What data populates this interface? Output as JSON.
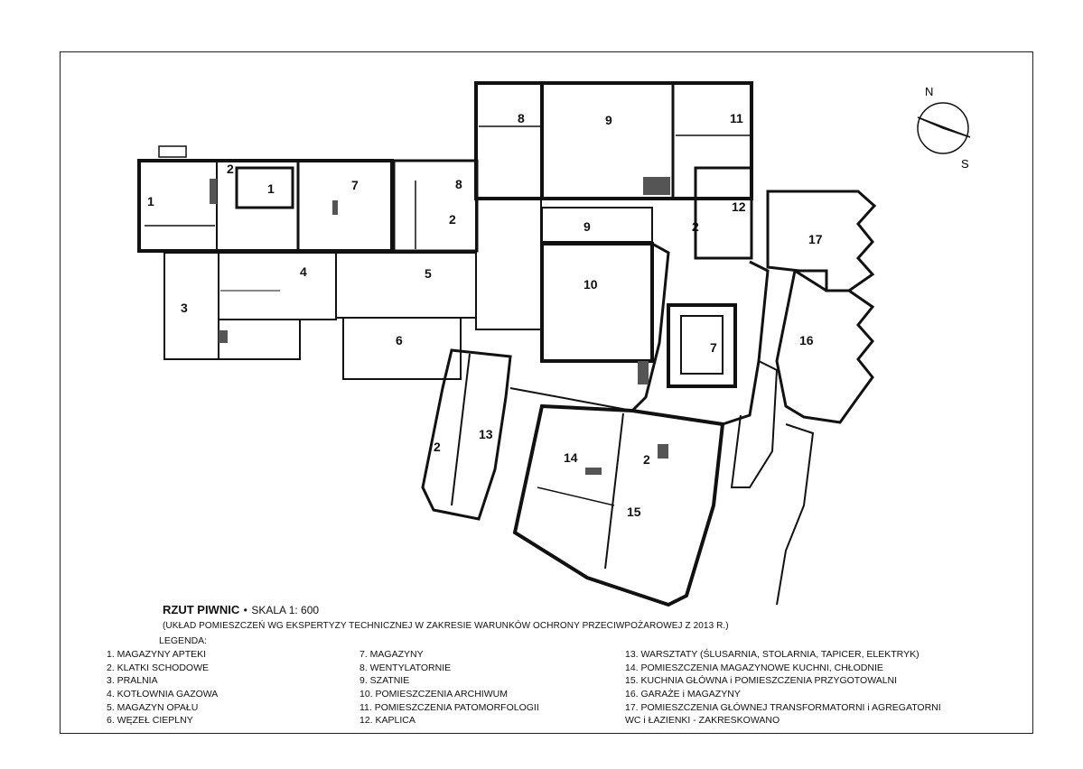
{
  "title": {
    "main": "RZUT PIWNIC",
    "bullet": "•",
    "scale": "SKALA 1: 600",
    "subtitle": "(UKŁAD POMIESZCZEŃ  WG EKSPERTYZY TECHNICZNEJ W ZAKRESIE WARUNKÓW OCHRONY PRZECIWPOŻAROWEJ Z 2013 R.)"
  },
  "compass": {
    "n": "N",
    "s": "S"
  },
  "legend": {
    "heading": "LEGENDA:",
    "col1": [
      "1.  MAGAZYNY APTEKI",
      "2.  KLATKI SCHODOWE",
      "3.  PRALNIA",
      "4.  KOTŁOWNIA  GAZOWA",
      "5.  MAGAZYN OPAŁU",
      "6.  WĘZEŁ CIEPLNY"
    ],
    "col2": [
      "7.  MAGAZYNY",
      "8.  WENTYLATORNIE",
      "9.  SZATNIE",
      "10.  POMIESZCZENIA ARCHIWUM",
      "11.  POMIESZCZENIA PATOMORFOLOGII",
      "12.  KAPLICA"
    ],
    "col3": [
      "13.  WARSZTATY (ŚLUSARNIA, STOLARNIA, TAPICER, ELEKTRYK)",
      "14.  POMIESZCZENIA MAGAZYNOWE KUCHNI, CHŁODNIE",
      "15.  KUCHNIA GŁÓWNA i POMIESZCZENIA PRZYGOTOWALNI",
      "16.  GARAŻE i MAGAZYNY",
      "17.  POMIESZCZENIA GŁÓWNEJ TRANSFORMATORNI i AGREGATORNI",
      "WC i ŁAZIENKI - ZAKRESKOWANO"
    ]
  },
  "rooms": [
    "1",
    "2",
    "1",
    "7",
    "8",
    "2",
    "8",
    "9",
    "11",
    "12",
    "2",
    "9",
    "17",
    "4",
    "5",
    "3",
    "6",
    "10",
    "7",
    "16",
    "13",
    "2",
    "14",
    "2",
    "15"
  ]
}
